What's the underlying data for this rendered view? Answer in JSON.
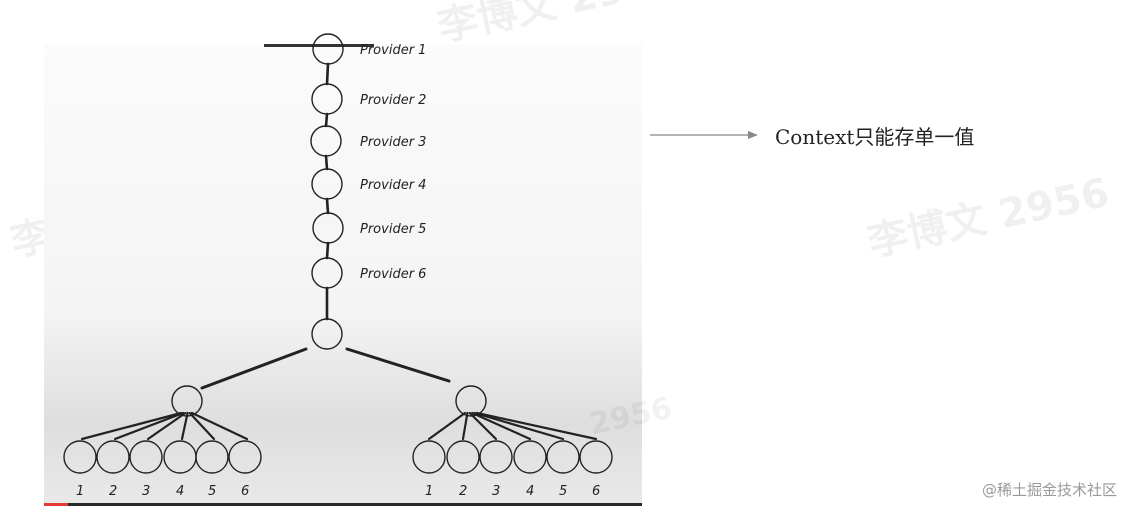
{
  "watermarks": [
    "李博文 2956",
    "李博文 2956",
    "李博文 2956",
    "2956"
  ],
  "diagram": {
    "providers": [
      "Provider 1",
      "Provider 2",
      "Provider 3",
      "Provider 4",
      "Provider 5",
      "Provider 6"
    ],
    "left_children": [
      "1",
      "2",
      "3",
      "4",
      "5",
      "6"
    ],
    "right_children": [
      "1",
      "2",
      "3",
      "4",
      "5",
      "6"
    ]
  },
  "annotation": {
    "text": "Context只能存单一值"
  },
  "footer": {
    "site_credit": "@稀土掘金技术社区"
  },
  "player": {
    "progress_fraction": 0.04
  },
  "colors": {
    "ink": "#222222",
    "arrow": "#888888",
    "progress": "#e53935"
  }
}
